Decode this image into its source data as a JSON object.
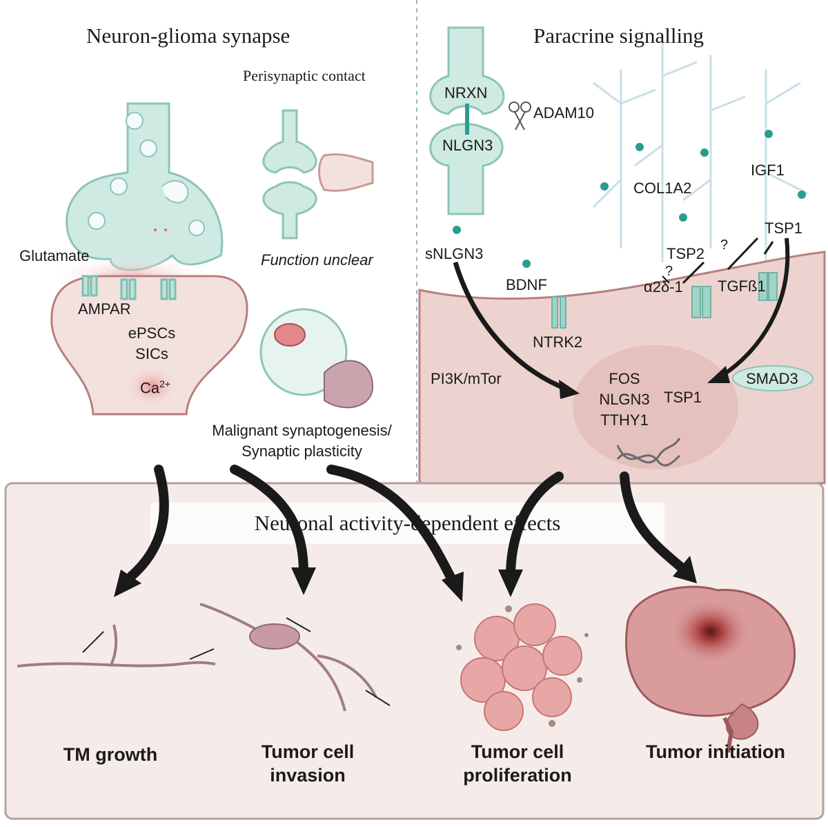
{
  "left_panel": {
    "title": "Neuron-glioma synapse",
    "perisynaptic_contact": "Perisynaptic contact",
    "function_unclear": "Function unclear",
    "glutamate": "Glutamate",
    "ampar": "AMPAR",
    "epscs": "ePSCs",
    "sics": "SICs",
    "ca": "Ca",
    "ca_sup": "2+",
    "synaptogenesis_line1": "Malignant synaptogenesis/",
    "synaptogenesis_line2": "Synaptic plasticity"
  },
  "right_panel": {
    "title": "Paracrine signalling",
    "nrxn": "NRXN",
    "nlgn3_top": "NLGN3",
    "adam10": "ADAM10",
    "col1a2": "COL1A2",
    "igf1": "IGF1",
    "tsp1_top": "TSP1",
    "tsp2": "TSP2",
    "q1": "?",
    "q2": "?",
    "snlgn3": "sNLGN3",
    "bdnf": "BDNF",
    "alpha2delta": "α2δ-1",
    "tgfb1": "TGFß1",
    "ntrk2": "NTRK2",
    "pi3k": "PI3K/mTor",
    "fos": "FOS",
    "nlgn3_nuc": "NLGN3",
    "tthy1": "TTHY1",
    "tsp1_nuc": "TSP1",
    "smad3": "SMAD3"
  },
  "bottom_panel": {
    "title": "Neuronal activity-dependent effects",
    "outcomes": [
      {
        "line1": "TM growth",
        "line2": ""
      },
      {
        "line1": "Tumor cell",
        "line2": "invasion"
      },
      {
        "line1": "Tumor cell",
        "line2": "proliferation"
      },
      {
        "line1": "Tumor initiation",
        "line2": ""
      }
    ]
  },
  "colors": {
    "neuron_teal": "#cfe9e3",
    "neuron_teal_stroke": "#8cc4b8",
    "glioma_pink": "#f3e1de",
    "glioma_stroke": "#b77f7f",
    "cell_body": "#e9c9c4",
    "dot_teal": "#2a9d8f",
    "arrow": "#1a1a1a",
    "bottom_bg": "#f5ece9",
    "bottom_border": "#b5a19c"
  }
}
